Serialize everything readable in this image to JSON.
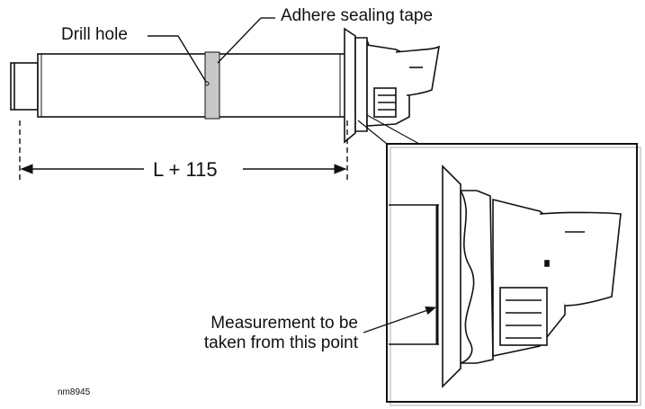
{
  "labels": {
    "drill_hole": "Drill hole",
    "sealing_tape": "Adhere sealing tape",
    "dimension": "L + 115",
    "measurement_line1": "Measurement to be",
    "measurement_line2": "taken from this point",
    "reference": "nm8945"
  },
  "colors": {
    "line": "#111111",
    "tape": "#c8c8c8",
    "background": "#ffffff"
  }
}
